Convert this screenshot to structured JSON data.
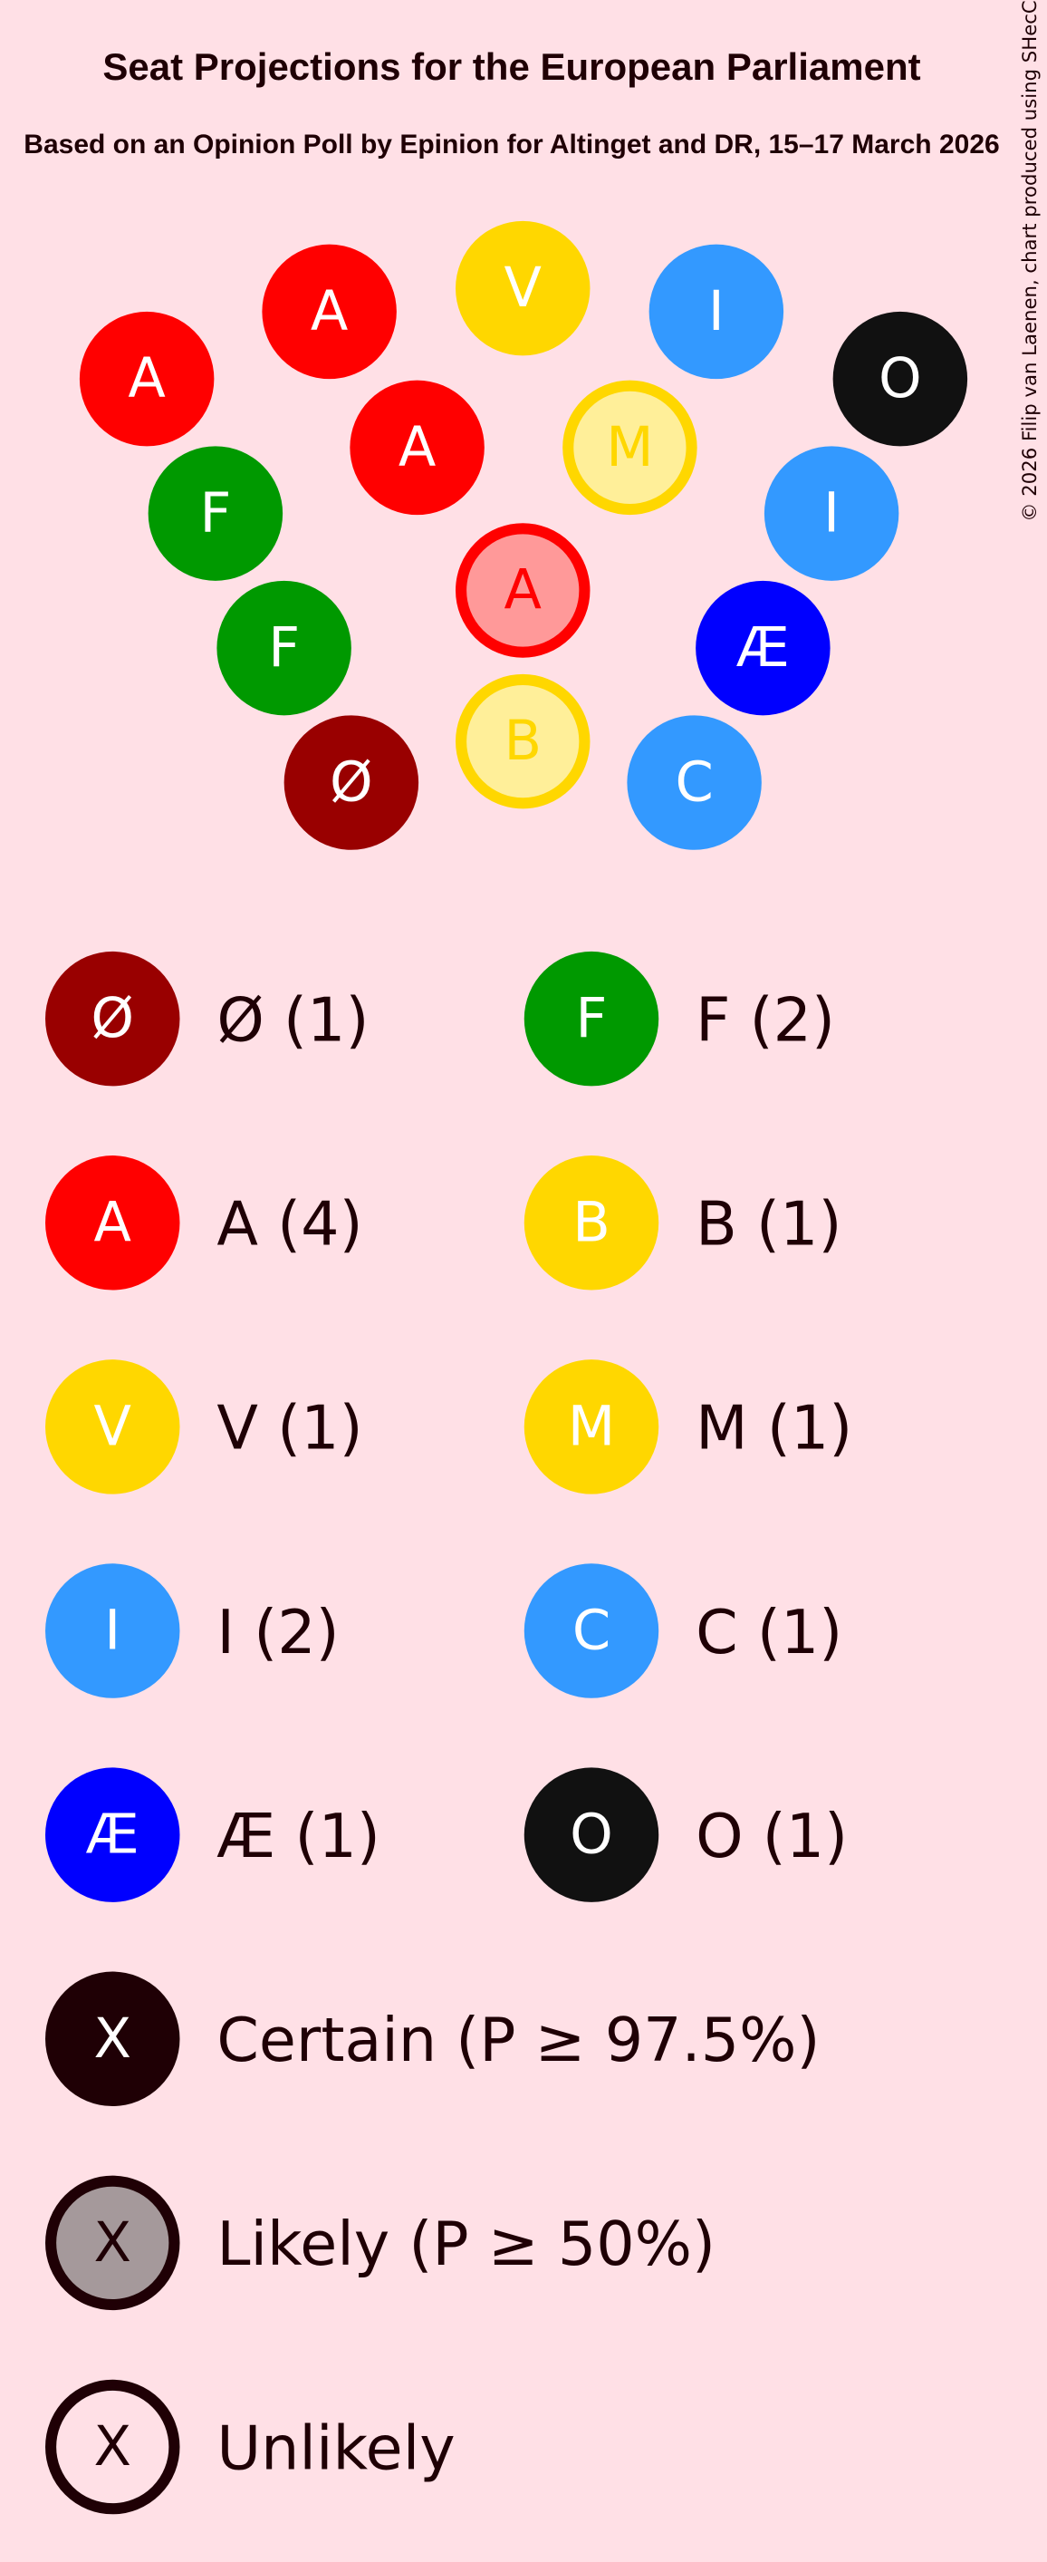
{
  "title": "Seat Projections for the European Parliament",
  "subtitle": "Based on an Opinion Poll by Epinion for Altinget and DR, 15–17 March 2026",
  "copyright": "© 2026 Filip van Laenen, chart produced using SHecC",
  "colors": {
    "background": "#FFE0E6",
    "text": "#1F0005"
  },
  "parties": [
    {
      "letter": "Ø",
      "label": "Ø (1)",
      "seats": 1,
      "color": "#990000"
    },
    {
      "letter": "F",
      "label": "F (2)",
      "seats": 2,
      "color": "#009900"
    },
    {
      "letter": "A",
      "label": "A (4)",
      "seats": 4,
      "color": "#FF0000"
    },
    {
      "letter": "B",
      "label": "B (1)",
      "seats": 1,
      "color": "#FFD700"
    },
    {
      "letter": "V",
      "label": "V (1)",
      "seats": 1,
      "color": "#FFD700"
    },
    {
      "letter": "M",
      "label": "M (1)",
      "seats": 1,
      "color": "#FFD700"
    },
    {
      "letter": "I",
      "label": "I (2)",
      "seats": 2,
      "color": "#3399FF"
    },
    {
      "letter": "C",
      "label": "C (1)",
      "seats": 1,
      "color": "#3399FF"
    },
    {
      "letter": "Æ",
      "label": "Æ (1)",
      "seats": 1,
      "color": "#0000FF"
    },
    {
      "letter": "O",
      "label": "O (1)",
      "seats": 1,
      "color": "#111111"
    }
  ],
  "seats": [
    {
      "party": "A",
      "status": "certain"
    },
    {
      "party": "A",
      "status": "certain"
    },
    {
      "party": "V",
      "status": "certain"
    },
    {
      "party": "I",
      "status": "certain"
    },
    {
      "party": "O",
      "status": "certain"
    },
    {
      "party": "A",
      "status": "certain"
    },
    {
      "party": "M",
      "status": "likely"
    },
    {
      "party": "F",
      "status": "certain"
    },
    {
      "party": "I",
      "status": "certain"
    },
    {
      "party": "A",
      "status": "likely"
    },
    {
      "party": "F",
      "status": "certain"
    },
    {
      "party": "Æ",
      "status": "certain"
    },
    {
      "party": "Ø",
      "status": "certain"
    },
    {
      "party": "B",
      "status": "likely"
    },
    {
      "party": "C",
      "status": "certain"
    }
  ],
  "status_legend": [
    {
      "symbol": "X",
      "label": "Certain (P ≥ 97.5%)",
      "status": "certain"
    },
    {
      "symbol": "X",
      "label": "Likely (P ≥ 50%)",
      "status": "likely"
    },
    {
      "symbol": "X",
      "label": "Unlikely",
      "status": "unlikely"
    }
  ]
}
